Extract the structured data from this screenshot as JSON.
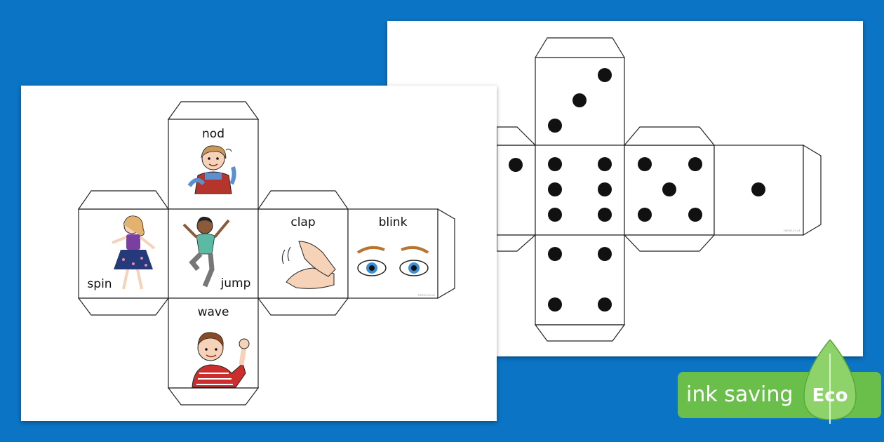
{
  "back_sheet": {
    "title": "dot dice net",
    "faces": {
      "top": {
        "dots": 3
      },
      "left": {
        "dots": 1
      },
      "center": {
        "dots": 6
      },
      "right": {
        "dots": 5
      },
      "far_right": {
        "dots": 1
      },
      "bottom": {
        "dots": 4
      }
    },
    "footer_mark": "twinkl.co.uk"
  },
  "front_sheet": {
    "title": "action dice net",
    "actions": {
      "nod": "nod",
      "spin": "spin",
      "jump": "jump",
      "clap": "clap",
      "blink": "blink",
      "wave": "wave"
    },
    "footer_mark": "twinkl.co.uk"
  },
  "eco_badge": {
    "text": "ink saving",
    "badge": "Eco"
  },
  "colors": {
    "background": "#0b74c4",
    "badge_green": "#6abf4b",
    "leaf_green": "#8ed36a"
  }
}
